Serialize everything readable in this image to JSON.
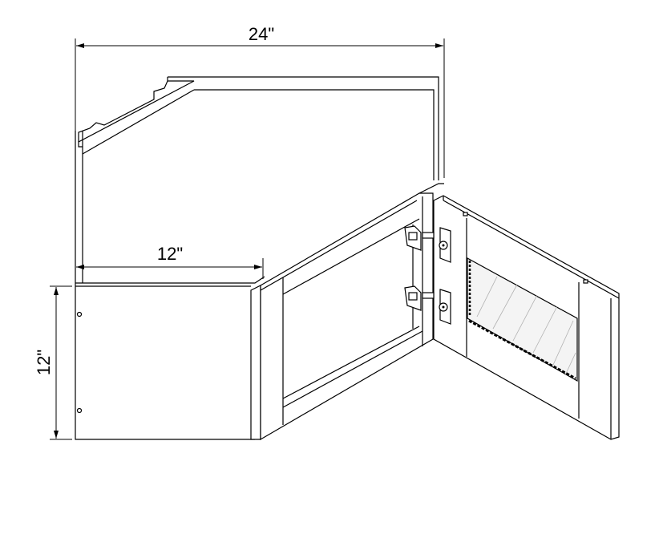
{
  "dimensions": {
    "overall_width": "24\"",
    "side_depth": "12\"",
    "height": "12\""
  },
  "colors": {
    "line": "#000000",
    "glass_hatch": "#b0b0b0",
    "background": "#ffffff"
  }
}
